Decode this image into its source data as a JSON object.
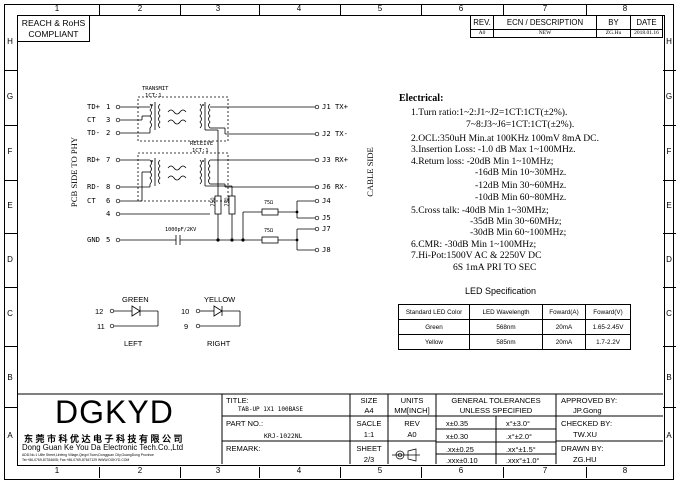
{
  "compliance": {
    "line1": "REACH & RoHS",
    "line2": "COMPLIANT"
  },
  "zones": {
    "top_cols": [
      "1",
      "2",
      "3",
      "4",
      "5",
      "6",
      "7",
      "8"
    ],
    "bottom_cols": [
      "1",
      "2",
      "3",
      "4",
      "5",
      "6",
      "7",
      "8"
    ],
    "left_rows": [
      "H",
      "G",
      "F",
      "E",
      "D",
      "C",
      "B",
      "A"
    ],
    "right_rows": [
      "H",
      "G",
      "F",
      "E",
      "D",
      "C",
      "B",
      "A"
    ]
  },
  "revision": {
    "headers": [
      "REV.",
      "ECN / DESCRIPTION",
      "BY",
      "DATE"
    ],
    "row": [
      "A0",
      "NEW",
      "ZG.Hu",
      "2018.01.16"
    ]
  },
  "schematic": {
    "side_left": "PCB SIDE TO PHY",
    "side_right": "CABLE SIDE",
    "transmit": "TRANSMIT",
    "transmit_ratio": "1CT:1",
    "receive": "RECEIVE",
    "receive_ratio": "1CT:1",
    "left_pins": [
      {
        "name": "TD+",
        "num": "1"
      },
      {
        "name": "CT",
        "num": "3"
      },
      {
        "name": "TD-",
        "num": "2"
      },
      {
        "name": "RD+",
        "num": "7"
      },
      {
        "name": "RD-",
        "num": "8"
      },
      {
        "name": "CT",
        "num": "6"
      },
      {
        "name": "",
        "num": "4"
      },
      {
        "name": "GND",
        "num": "5"
      }
    ],
    "right_pins": [
      {
        "label": "J1",
        "sig": "TX+"
      },
      {
        "label": "J2",
        "sig": "TX-"
      },
      {
        "label": "J3",
        "sig": "RX+"
      },
      {
        "label": "J6",
        "sig": "RX-"
      },
      {
        "label": "J4",
        "sig": ""
      },
      {
        "label": "J5",
        "sig": ""
      },
      {
        "label": "J7",
        "sig": ""
      },
      {
        "label": "J8",
        "sig": ""
      }
    ],
    "res1": "75Ω",
    "res2": "75Ω",
    "res3": "75Ω",
    "res4": "75Ω",
    "cap": "1000pF/2KV"
  },
  "electrical": {
    "title": "Electrical:",
    "lines": [
      "1.Turn ratio:1~2:J1~J2=1CT:1CT(±2%).",
      "7~8:J3~J6=1CT:1CT(±2%).",
      "2.OCL:350uH Min.at 100KHz 100mV 8mA DC.",
      "3.Insertion Loss: -1.0 dB Max 1~100MHz.",
      "4.Return loss: -20dB Min 1~10MHz;",
      "-16dB Min 10~30MHz.",
      "-12dB Min 30~60MHz.",
      "-10dB Min 60~80MHz.",
      "5.Cross talk: -40dB Min 1~30MHz;",
      "-35dB Min 30~60MHz;",
      "-30dB Min 60~100MHz;",
      "6.CMR: -30dB Min 1~100MHz;",
      "7.Hi-Pot:1500V AC & 2250V DC",
      "6S 1mA PRI TO SEC"
    ]
  },
  "leds": {
    "green_label": "GREEN",
    "green_pins": [
      "12",
      "11"
    ],
    "green_name": "LEFT",
    "yellow_label": "YELLOW",
    "yellow_pins": [
      "10",
      "9"
    ],
    "yellow_name": "RIGHT"
  },
  "led_spec": {
    "title": "LED Specification",
    "headers": [
      "Standard LED Color",
      "LED Wavelength",
      "Foward(A)",
      "Foward(V)"
    ],
    "rows": [
      [
        "Green",
        "568nm",
        "20mA",
        "1.65-2.45V"
      ],
      [
        "Yellow",
        "585nm",
        "20mA",
        "1.7-2.2V"
      ]
    ]
  },
  "title_block": {
    "logo": "DGKYD",
    "company_cn": "东 莞 市 科 优 达 电 子 科 技 有 限 公 司",
    "company_en": "Dong Guan Ke You Da Electronic Tech.Co.,Ltd",
    "address": "ADD:No.1 Ulife Street,Linfeng Village,Qingxi Town,Dongguan City,GuangDong Province",
    "contact": "Tel:+86-0769-87334608; Fax:+86-0769-87647129  WWW.DGKYD.COM",
    "title_label": "TITLE:",
    "title_value": "TAB-UP 1X1 100BASE",
    "part_label": "PART NO.:",
    "part_value": "KRJ-1022NL",
    "remark_label": "REMARK:",
    "size_label": "SIZE",
    "size_value": "A4",
    "units_label": "UNITS",
    "units_value": "MM[INCH]",
    "scale_label": "SACLE",
    "scale_value": "1:1",
    "rev_label": "REV",
    "rev_value": "A0",
    "sheet_label": "SHEET",
    "sheet_value": "2/3",
    "tol_title1": "GENERAL TOLERANCES",
    "tol_title2": "UNLESS SPECIFIED",
    "tol": [
      [
        "x±0.35",
        "x°±3.0°"
      ],
      [
        "x±0.30",
        ".x°±2.0°"
      ],
      [
        ".xx±0.25",
        ".xx°±1.5°"
      ],
      [
        ".xxx±0.10",
        ".xxx°±1.0°"
      ]
    ],
    "approved_label": "APPROVED BY:",
    "approved_value": "JP.Gong",
    "checked_label": "CHECKED BY:",
    "checked_value": "TW.XU",
    "drawn_label": "DRAWN BY:",
    "drawn_value": "ZG.HU"
  }
}
